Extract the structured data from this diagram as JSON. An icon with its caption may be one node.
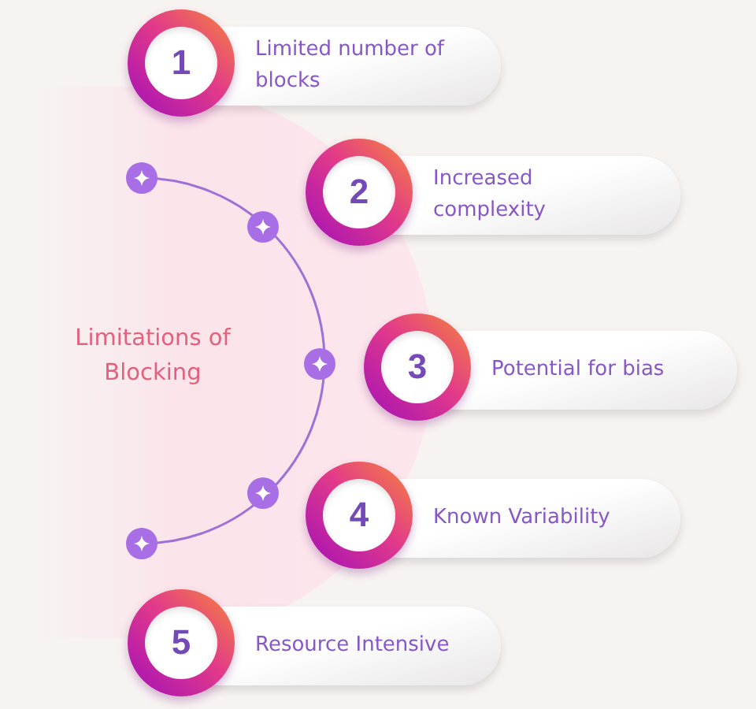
{
  "diagram": {
    "nodes": [
      {
        "text": [
          "1",
          "Limited number of blocks"
        ]
      },
      {
        "text": [
          "2",
          "Increased complexity"
        ]
      },
      {
        "text": [
          "3",
          "Potential for bias"
        ]
      },
      {
        "text": [
          "4",
          "Known Variability"
        ]
      },
      {
        "text": [
          "5",
          "Resource Intensive"
        ]
      }
    ],
    "labels": [
      "Limitations of Blocking"
    ]
  }
}
